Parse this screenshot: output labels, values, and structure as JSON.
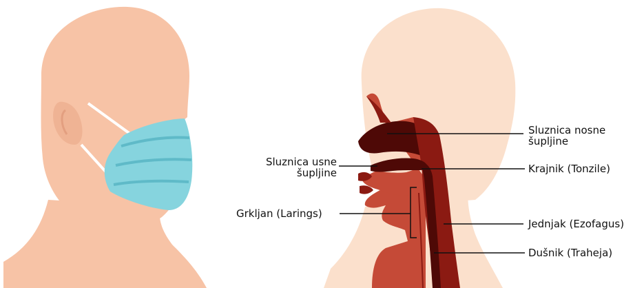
{
  "labels": {
    "nasal_mucosa_line1": "Sluznica nosne",
    "nasal_mucosa_line2": "šupljine",
    "oral_mucosa_line1": "Sluznica usne",
    "oral_mucosa_line2": "šupljine",
    "tonsils": "Krajnik (Tonzile)",
    "larynx": "Grkljan (Larings)",
    "esophagus": "Jednjak (Ezofagus)",
    "trachea": "Dušnik (Traheja)"
  },
  "colors": {
    "skin": "#f7c3a6",
    "skin_light": "#fbe0cc",
    "skin_shadow": "#efb394",
    "mask": "#86d4de",
    "mask_dark": "#5fbac8",
    "mask_strap": "#ffffff",
    "tissue": "#c54a37",
    "tissue_dark": "#8b1a12",
    "cavity_dark": "#4e0906",
    "line": "#111111"
  }
}
